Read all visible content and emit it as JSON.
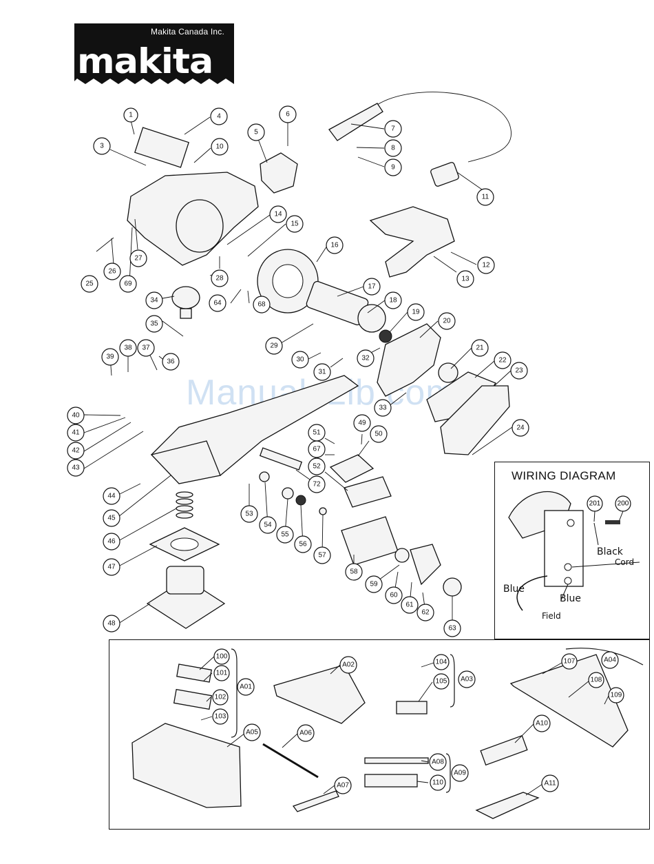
{
  "brand": {
    "company": "Makita Canada Inc.",
    "logo_word": "makita"
  },
  "watermark": "ManualsLib.com",
  "wiring": {
    "title": "WIRING DIAGRAM",
    "labels": {
      "black": "Black",
      "cord": "Cord",
      "blue_left": "Blue",
      "blue_right": "Blue",
      "field": "Field"
    },
    "callouts": [
      "201",
      "200"
    ]
  },
  "callouts": {
    "c1": "1",
    "c3": "3",
    "c4": "4",
    "c5": "5",
    "c6": "6",
    "c7": "7",
    "c8": "8",
    "c9": "9",
    "c10": "10",
    "c11": "11",
    "c12": "12",
    "c13": "13",
    "c14": "14",
    "c15": "15",
    "c16": "16",
    "c17": "17",
    "c18": "18",
    "c19": "19",
    "c20": "20",
    "c21": "21",
    "c22": "22",
    "c23": "23",
    "c24": "24",
    "c25": "25",
    "c26": "26",
    "c27": "27",
    "c28": "28",
    "c29": "29",
    "c30": "30",
    "c31": "31",
    "c32": "32",
    "c33": "33",
    "c34": "34",
    "c35": "35",
    "c36": "36",
    "c37": "37",
    "c38": "38",
    "c39": "39",
    "c40": "40",
    "c41": "41",
    "c42": "42",
    "c43": "43",
    "c44": "44",
    "c45": "45",
    "c46": "46",
    "c47": "47",
    "c48": "48",
    "c49": "49",
    "c50": "50",
    "c51": "51",
    "c52": "52",
    "c53": "53",
    "c54": "54",
    "c55": "55",
    "c56": "56",
    "c57": "57",
    "c58": "58",
    "c59": "59",
    "c60": "60",
    "c61": "61",
    "c62": "62",
    "c63": "63",
    "c64": "64",
    "c67": "67",
    "c68": "68",
    "c69": "69",
    "c72": "72"
  },
  "accessories": {
    "a01": "A01",
    "a02": "A02",
    "a03": "A03",
    "a04": "A04",
    "a05": "A05",
    "a06": "A06",
    "a07": "A07",
    "a08": "A08",
    "a09": "A09",
    "a10": "A10",
    "a11": "A11",
    "p100": "100",
    "p101": "101",
    "p102": "102",
    "p103": "103",
    "p104": "104",
    "p105": "105",
    "p107": "107",
    "p108": "108",
    "p109": "109",
    "p110": "110"
  }
}
